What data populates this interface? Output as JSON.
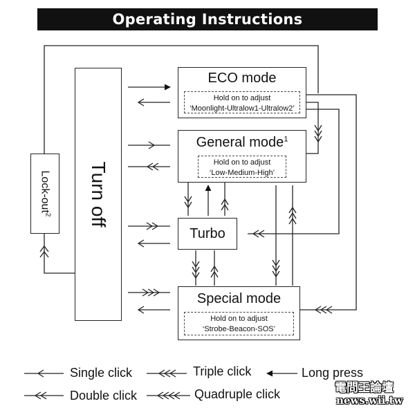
{
  "title": "Operating Instructions",
  "nodes": {
    "turn_off": "Turn off",
    "lock_out": "Lock-out",
    "lock_out_sup": "2",
    "eco": {
      "title": "ECO mode",
      "line1": "Hold on to adjust",
      "line2": "‘Moonlight-Ultralow1-Ultralow2’"
    },
    "general": {
      "title": "General mode",
      "sup": "1",
      "line1": "Hold on to adjust",
      "line2": "‘Low-Medium-High’"
    },
    "turbo": "Turbo",
    "special": {
      "title": "Special mode",
      "line1": "Hold on to adjust",
      "line2": "‘Strobe-Beacon-SOS’"
    }
  },
  "legend": {
    "single": "Single click",
    "double": "Double click",
    "triple": "Triple click",
    "quadruple": "Quadruple click",
    "long": "Long press"
  },
  "watermark": {
    "line1": "電問王論壇",
    "line2": "news.wii.tw"
  }
}
